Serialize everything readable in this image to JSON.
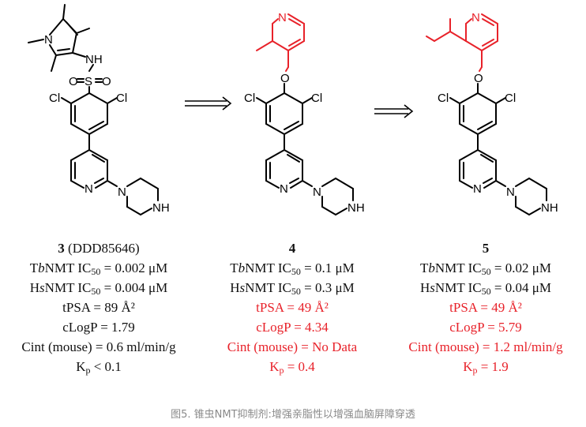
{
  "compounds": [
    {
      "id": "3",
      "alias": " (DDD85646)",
      "tb_prefix": "T",
      "tb_italic": "b",
      "tb_label": "NMT IC",
      "tb_sub": "50",
      "tb_value": " = 0.002 μM",
      "hs_prefix": "H",
      "hs_italic": "s",
      "hs_label": "NMT IC",
      "hs_sub": "50",
      "hs_value": " = 0.004 μM",
      "tpsa": "tPSA = 89 Å²",
      "clogp": "cLogP = 1.79",
      "cint": "Cint (mouse) = 0.6 ml/min/g",
      "kp_label": "K",
      "kp_sub": "p",
      "kp_value": " < 0.1"
    },
    {
      "id": "4",
      "alias": "",
      "tb_prefix": "T",
      "tb_italic": "b",
      "tb_label": "NMT IC",
      "tb_sub": "50",
      "tb_value": " = 0.1 μM",
      "hs_prefix": "H",
      "hs_italic": "s",
      "hs_label": "NMT IC",
      "hs_sub": "50",
      "hs_value": " = 0.3 μM",
      "tpsa": "tPSA = 49 Å²",
      "clogp": "cLogP = 4.34",
      "cint": "Cint (mouse) = No Data",
      "kp_label": "K",
      "kp_sub": "p",
      "kp_value": " = 0.4"
    },
    {
      "id": "5",
      "alias": "",
      "tb_prefix": "T",
      "tb_italic": "b",
      "tb_label": "NMT IC",
      "tb_sub": "50",
      "tb_value": " = 0.02 μM",
      "hs_prefix": "H",
      "hs_italic": "s",
      "hs_label": "NMT IC",
      "hs_sub": "50",
      "hs_value": " = 0.04 μM",
      "tpsa": "tPSA = 49 Å²",
      "clogp": "cLogP = 5.79",
      "cint": "Cint (mouse) = 1.2 ml/min/g",
      "kp_label": "K",
      "kp_sub": "p",
      "kp_value": " = 1.9"
    }
  ],
  "atoms": {
    "n": "N",
    "nh": "NH",
    "nh_hy": "N",
    "h": "H",
    "s": "S",
    "o": "O",
    "cl": "Cl"
  },
  "caption": "图5. 锥虫NMT抑制剂:增强亲脂性以增强血脑屏障穿透",
  "colors": {
    "highlight": "#e8222a",
    "text": "#111111",
    "caption": "#8a8a8a"
  }
}
